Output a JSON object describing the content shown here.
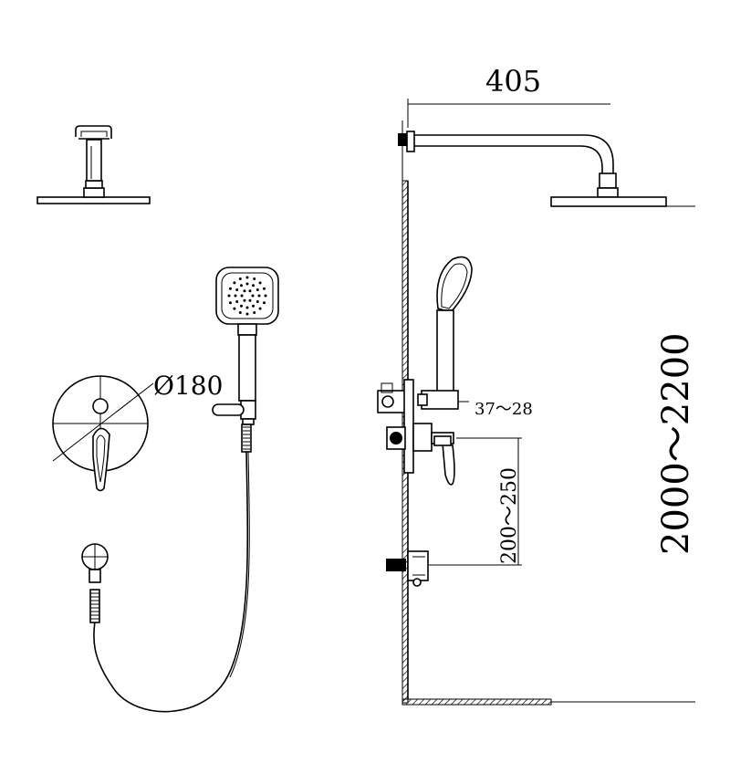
{
  "dimensions": {
    "arm_length": "405",
    "plate_diameter": "Ø180",
    "wall_gap": "37～28",
    "valve_to_outlet": "200～250",
    "head_height": "2000～2200"
  }
}
